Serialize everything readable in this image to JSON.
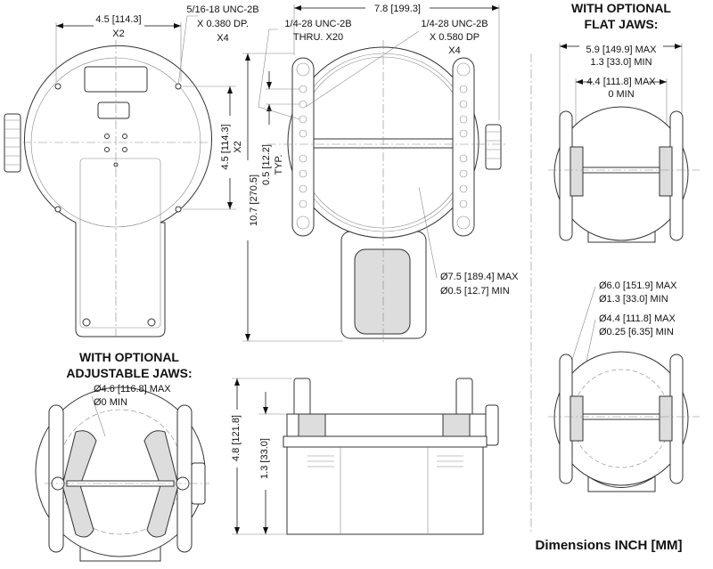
{
  "top_left_view": {
    "width_dim": "4.5 [114.3]",
    "width_qty": "X2",
    "height_dim": "4.5 [114.3]",
    "height_qty": "X2",
    "thread_callout": [
      "5/16-18 UNC-2B",
      "X 0.380 DP.",
      "X4"
    ]
  },
  "top_center_view": {
    "overall_width": "7.8 [199.3]",
    "overall_height": "10.7 [270.5]",
    "pitch_dim": "0.5 [12.2]",
    "pitch_note": "TYP.",
    "thru_callout": [
      "1/4-28 UNC-2B",
      "THRU. X20"
    ],
    "depth_callout": [
      "1/4-28 UNC-2B",
      "X 0.580 DP",
      "X4"
    ],
    "capacity": [
      "Ø7.5 [189.4] MAX",
      "Ø0.5 [12.7] MIN"
    ]
  },
  "flat_jaws": {
    "title": [
      "WITH OPTIONAL",
      "FLAT JAWS:"
    ],
    "outer": [
      "5.9 [149.9] MAX",
      "1.3 [33.0] MIN"
    ],
    "inner": [
      "4.4 [111.8] MAX",
      "0 MIN"
    ],
    "round_outer": [
      "Ø6.0 [151.9] MAX",
      "Ø1.3 [33.0] MIN"
    ],
    "round_inner": [
      "Ø4.4 [111.8] MAX",
      "Ø0.25 [6.35] MIN"
    ]
  },
  "adjustable_jaws": {
    "title": [
      "WITH OPTIONAL",
      "ADJUSTABLE JAWS:"
    ],
    "capacity": [
      "Ø4.6 [116.8] MAX",
      "Ø0 MIN"
    ]
  },
  "side_view": {
    "overall_height": "4.8 [121.8]",
    "base_height": "1.3 [33.0]"
  },
  "footer": {
    "units_note": "Dimensions INCH [MM]"
  }
}
